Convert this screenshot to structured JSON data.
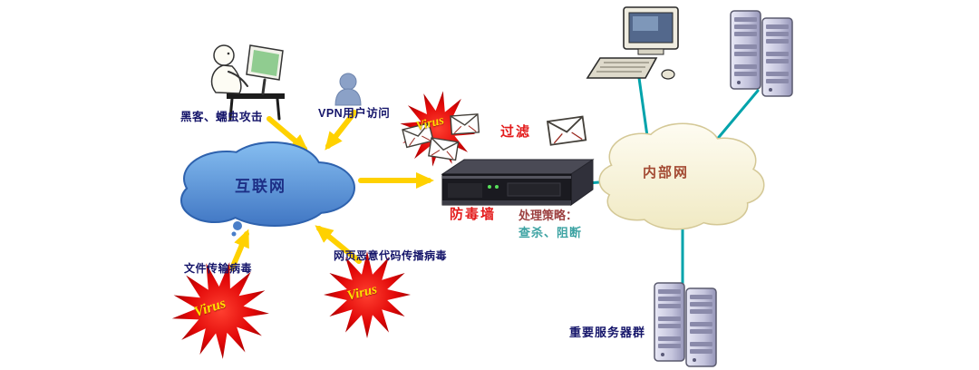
{
  "labels": {
    "hacker": "黑客、蠕虫攻击",
    "vpn": "VPN用户访问",
    "internet": "互联网",
    "virus": "Virus",
    "filter": "过滤",
    "firewall": "防毒墙",
    "policy_title": "处理策略：",
    "policy_detail": "查杀、阻断",
    "intranet": "内部网",
    "file_virus": "文件传输病毒",
    "web_virus": "网页恶意代码传播病毒",
    "server_group": "重要服务器群"
  },
  "colors": {
    "internet_cloud_blue": "#4a82c8",
    "intranet_cloud_cream": "#f6f0d2",
    "arrow_yellow": "#ffd100",
    "link_teal": "#00a3ab",
    "virus_burst_red": "#e20808",
    "virus_text_yellow": "#ffe000",
    "label_navy": "#15156a",
    "label_red": "#e31b1b",
    "policy_maroon": "#9c4040",
    "policy_teal": "#3da3a3",
    "intranet_label_brown": "#a34a33"
  }
}
